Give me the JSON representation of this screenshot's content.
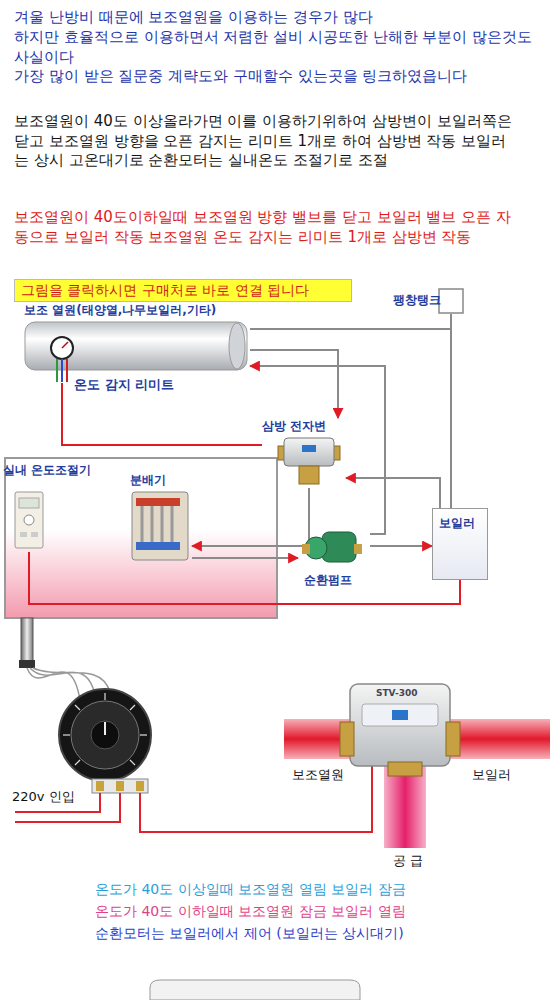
{
  "diagram": {
    "nodes": [
      {
        "text": [
          "그림을 클릭하시면 구매처로 바로 연결 됩니다"
        ]
      },
      {
        "text": [
          "보조 열원(태양열,나무보일러,기타)"
        ]
      },
      {
        "text": [
          "팽창탱크"
        ]
      },
      {
        "text": [
          "삼방 전자변"
        ]
      },
      {
        "text": [
          "실내 온도조절기"
        ]
      },
      {
        "text": [
          "분배기"
        ]
      },
      {
        "text": [
          "순환펌프"
        ]
      },
      {
        "text": [
          "보일러"
        ]
      }
    ],
    "edges": [
      {
        "from": 1,
        "to": 3,
        "arrow": "to"
      },
      {
        "from": 7,
        "to": 3,
        "arrow": "to"
      },
      {
        "from": 3,
        "to": 5,
        "arrow": "to"
      },
      {
        "from": 5,
        "to": 6,
        "arrow": "to"
      },
      {
        "from": 6,
        "to": 7,
        "arrow": "to"
      },
      {
        "from": 6,
        "to": 1,
        "arrow": "to"
      },
      {
        "from": 1,
        "to": 2,
        "arrow": "none"
      },
      {
        "from": 2,
        "to": 7,
        "arrow": "none"
      },
      {
        "from": 1,
        "to": 3,
        "arrow": "none"
      },
      {
        "from": 4,
        "to": 7,
        "arrow": "none"
      }
    ],
    "labels": [
      "겨울 난방비 때문에 보조열원을 이용하는 경우가 많다",
      "하지만 효율적으로 이용하면서 저렴한 설비 시공또한 난해한 부분이 많은것도 사실이다",
      "가장 많이 받은 질문중 계략도와 구매할수 있는곳을 링크하였읍니다",
      "보조열원이 40도 이상올라가면 이를 이용하기위하여 삼방변이 보일러쪽은 닫고 보조열원 방향을 오픈 감지는 리미트 1개로 하여 삼방변 작동 보일러는 상시 고온대기로 순환모터는 실내온도 조절기로 조절",
      "보조열원이 40도이하일때 보조열원 방향 밸브를 닫고 보일러 밸브 오픈 자동으로 보일러 작동 보조열원 온도 감지는 리미트 1개로 삼방변 작동",
      "온도 감지 리미트",
      "STV-300",
      "보조열원",
      "보일러",
      "공 급",
      "220v 인입",
      "온도가 40도 이상일때 보조열원 열림 보일러 잠금",
      "온도가 40도 이하일때 보조열원 잠금 보일러 열림",
      "순환모터는 보일러에서 제어 (보일러는 상시대기)"
    ]
  }
}
